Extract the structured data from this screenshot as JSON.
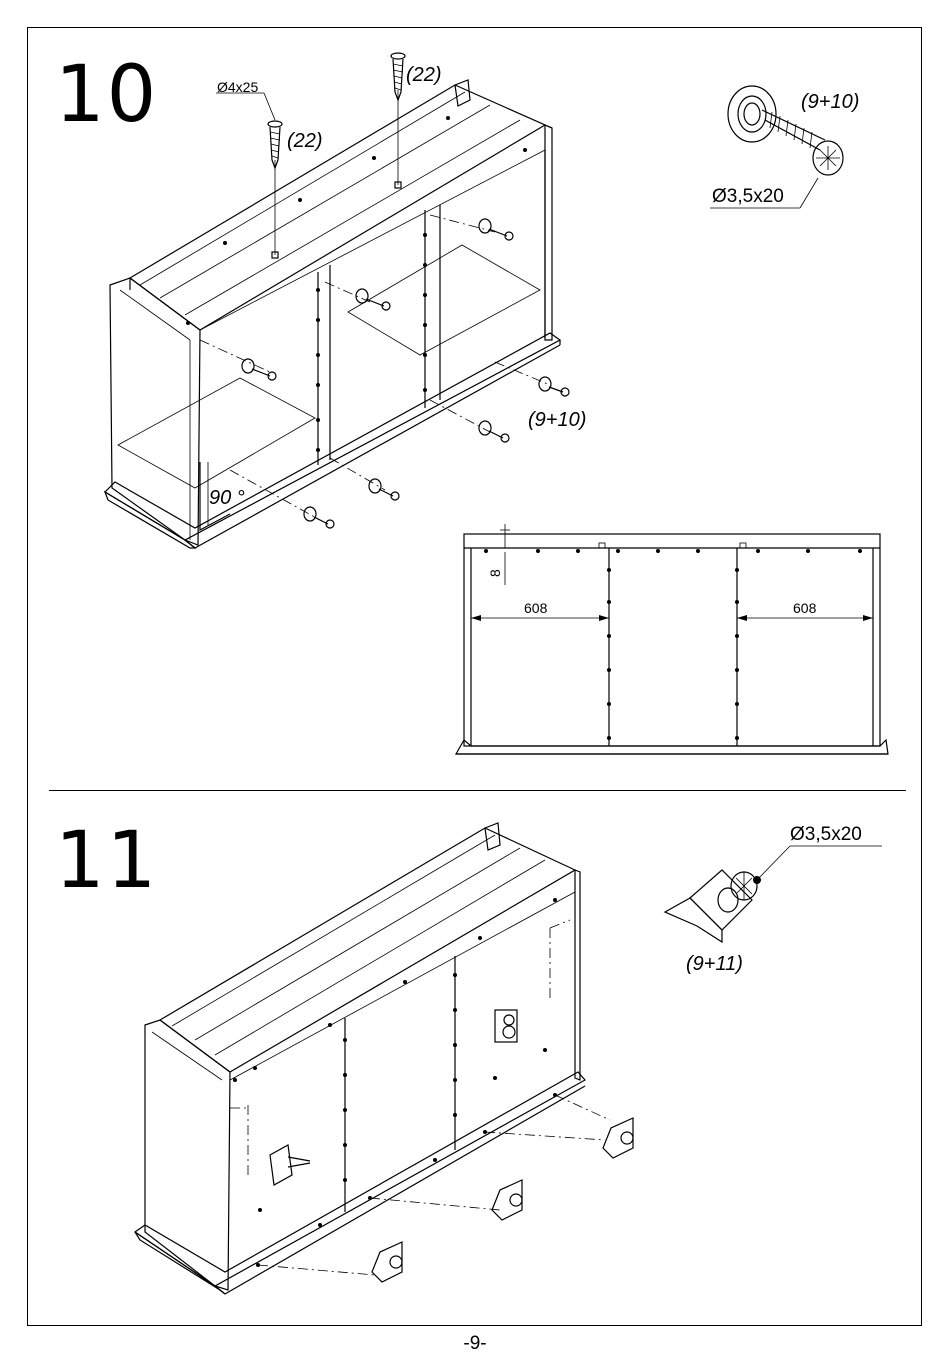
{
  "steps": [
    {
      "number": "10",
      "labels": {
        "screw_spec_top": "Ø4x25",
        "qty_a": "(22)",
        "qty_b": "(22)",
        "cam_qty_detail": "(9+10)",
        "cam_screw_spec": "Ø3,5x20",
        "cam_qty_main": "(9+10)",
        "angle": "90 °",
        "dim_vertical": "8",
        "dim_left": "608",
        "dim_right": "608"
      }
    },
    {
      "number": "11",
      "labels": {
        "bracket_screw_spec": "Ø3,5x20",
        "bracket_qty": "(9+11)"
      }
    }
  ],
  "footer": {
    "page": "-9-"
  }
}
